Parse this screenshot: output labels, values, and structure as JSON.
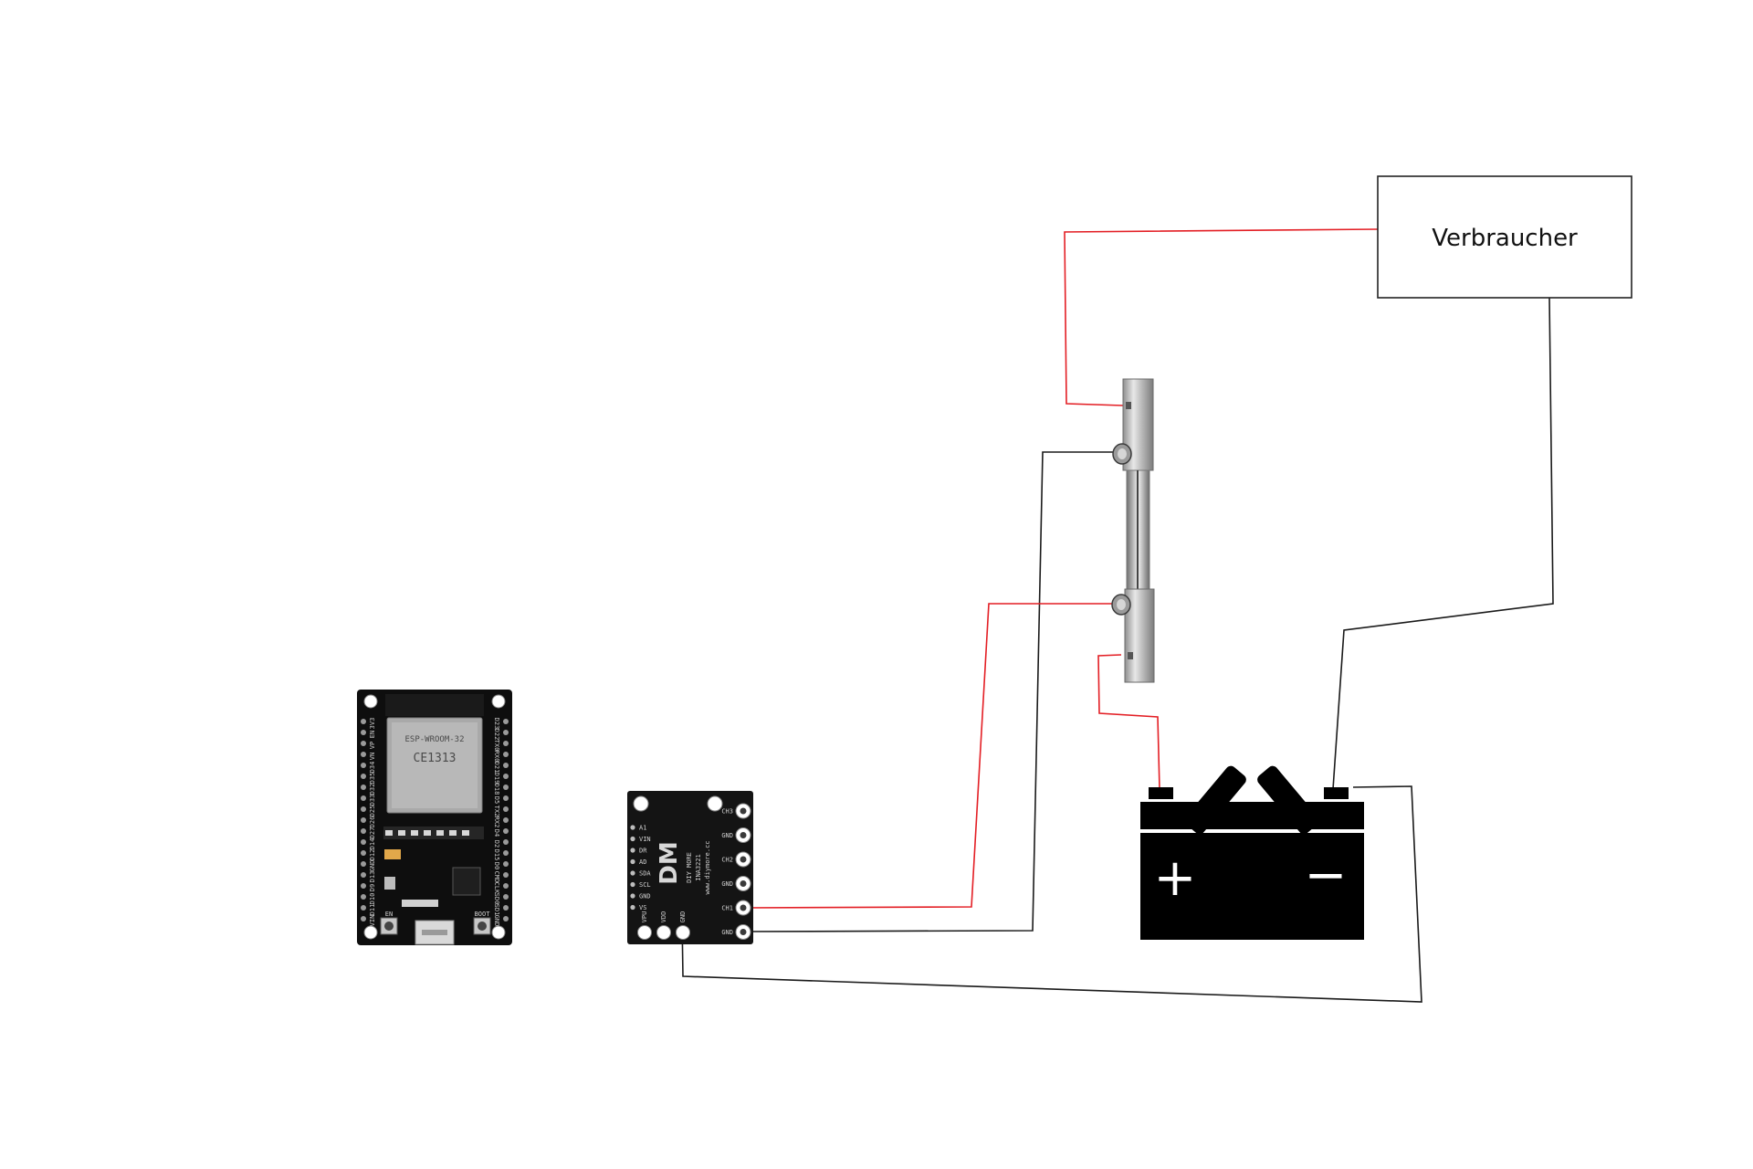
{
  "colors": {
    "wire_red": "#e31e24",
    "wire_black": "#1a1a1a",
    "pcb": "#0e0e0e",
    "battery": "#000000"
  },
  "consumer": {
    "label": "Verbraucher"
  },
  "esp32": {
    "module_marking": "ESP-WROOM-32",
    "ce_mark": "CE1313",
    "boot_label": "BOOT",
    "en_label": "EN",
    "left_pins": [
      "3V3",
      "EN",
      "VP",
      "VN",
      "D34",
      "D35",
      "D32",
      "D33",
      "D25",
      "D26",
      "D27",
      "D14",
      "D12",
      "GND",
      "D13",
      "D9",
      "D10",
      "D11",
      "VIN"
    ],
    "right_pins": [
      "D23",
      "D22",
      "TX0",
      "RX0",
      "D21",
      "D19",
      "D18",
      "D5",
      "TX2",
      "RX2",
      "D4",
      "D2",
      "D15",
      "D0",
      "CMD",
      "CLK",
      "SD0",
      "SD1",
      "GND"
    ]
  },
  "ina_module": {
    "left_pins": [
      "A1",
      "VIN",
      "DR",
      "AD",
      "SDA",
      "SCL",
      "GND",
      "VS"
    ],
    "bottom_pins": [
      "VPU",
      "VDD",
      "GND"
    ],
    "right_pins": [
      "CH3",
      "GND",
      "CH2",
      "GND",
      "CH1",
      "GND"
    ],
    "logo": "DM",
    "brand": "DIY MORE",
    "model": "INA3221",
    "url": "www.diymore.cc"
  },
  "battery": {
    "plus_symbol": "+",
    "minus_symbol": "−"
  }
}
